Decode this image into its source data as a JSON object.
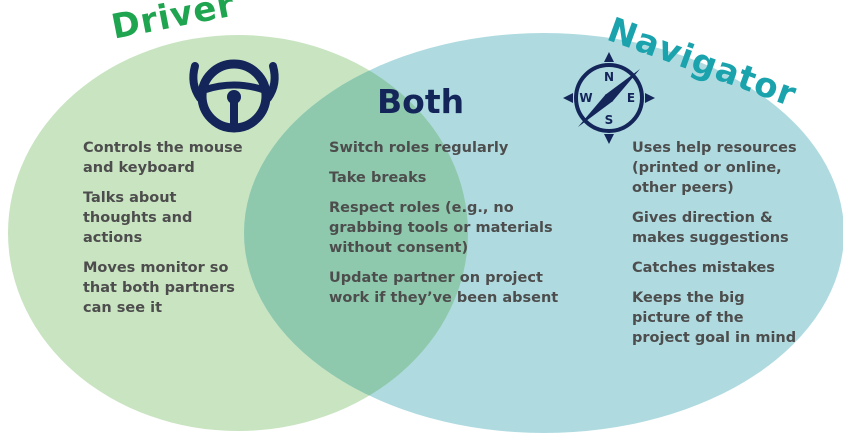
{
  "driver": {
    "title": "Driver",
    "items": [
      "Controls the mouse and keyboard",
      "Talks about thoughts and actions",
      "Moves monitor so that both partners can see it"
    ]
  },
  "both": {
    "title": "Both",
    "items": [
      "Switch roles regularly",
      "Take breaks",
      "Respect roles (e.g., no grabbing tools or materials without consent)",
      "Update partner on project work if they’ve been absent"
    ]
  },
  "navigator": {
    "title": "Navigator",
    "items": [
      "Uses help resources (printed or online, other peers)",
      "Gives direction & makes suggestions",
      "Catches mistakes",
      "Keeps the big picture of the project goal in mind"
    ]
  },
  "compass": {
    "n": "N",
    "e": "E",
    "s": "S",
    "w": "W"
  },
  "icons": {
    "driver": "steering-wheel-icon",
    "navigator": "compass-icon"
  },
  "colors": {
    "driver_circle": "#c9e4c1",
    "navigator_circle": "#afdbe0",
    "overlap": "#8ec9ad",
    "driver_title": "#1fa450",
    "navigator_title": "#1aa3ad",
    "both_title": "#14255a",
    "icon": "#14255a",
    "text": "#4d4d4d"
  }
}
